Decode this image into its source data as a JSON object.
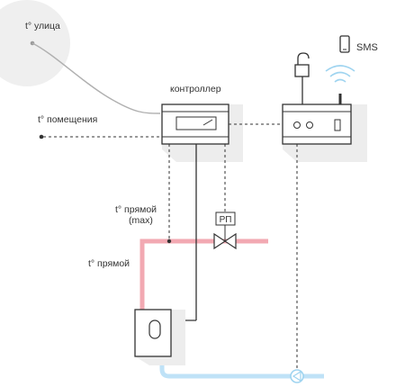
{
  "labels": {
    "outdoor_temp": "t° улица",
    "controller": "контроллер",
    "room_temp": "t° помещения",
    "supply_temp_max_line1": "t° прямой",
    "supply_temp_max_line2": "(max)",
    "supply_temp": "t° прямой",
    "relay": "РП",
    "sms": "SMS"
  },
  "colors": {
    "supply_pipe": "#f2a9b2",
    "return_pipe": "#bfe2f7",
    "wifi": "#9fd4f0",
    "line": "#333333",
    "shadow": "#ededed",
    "outdoor_circle": "#efefef"
  },
  "icons": [
    "lock-open-icon",
    "phone-icon",
    "wifi-icon",
    "valve-icon",
    "pump-icon",
    "boiler-icon"
  ]
}
